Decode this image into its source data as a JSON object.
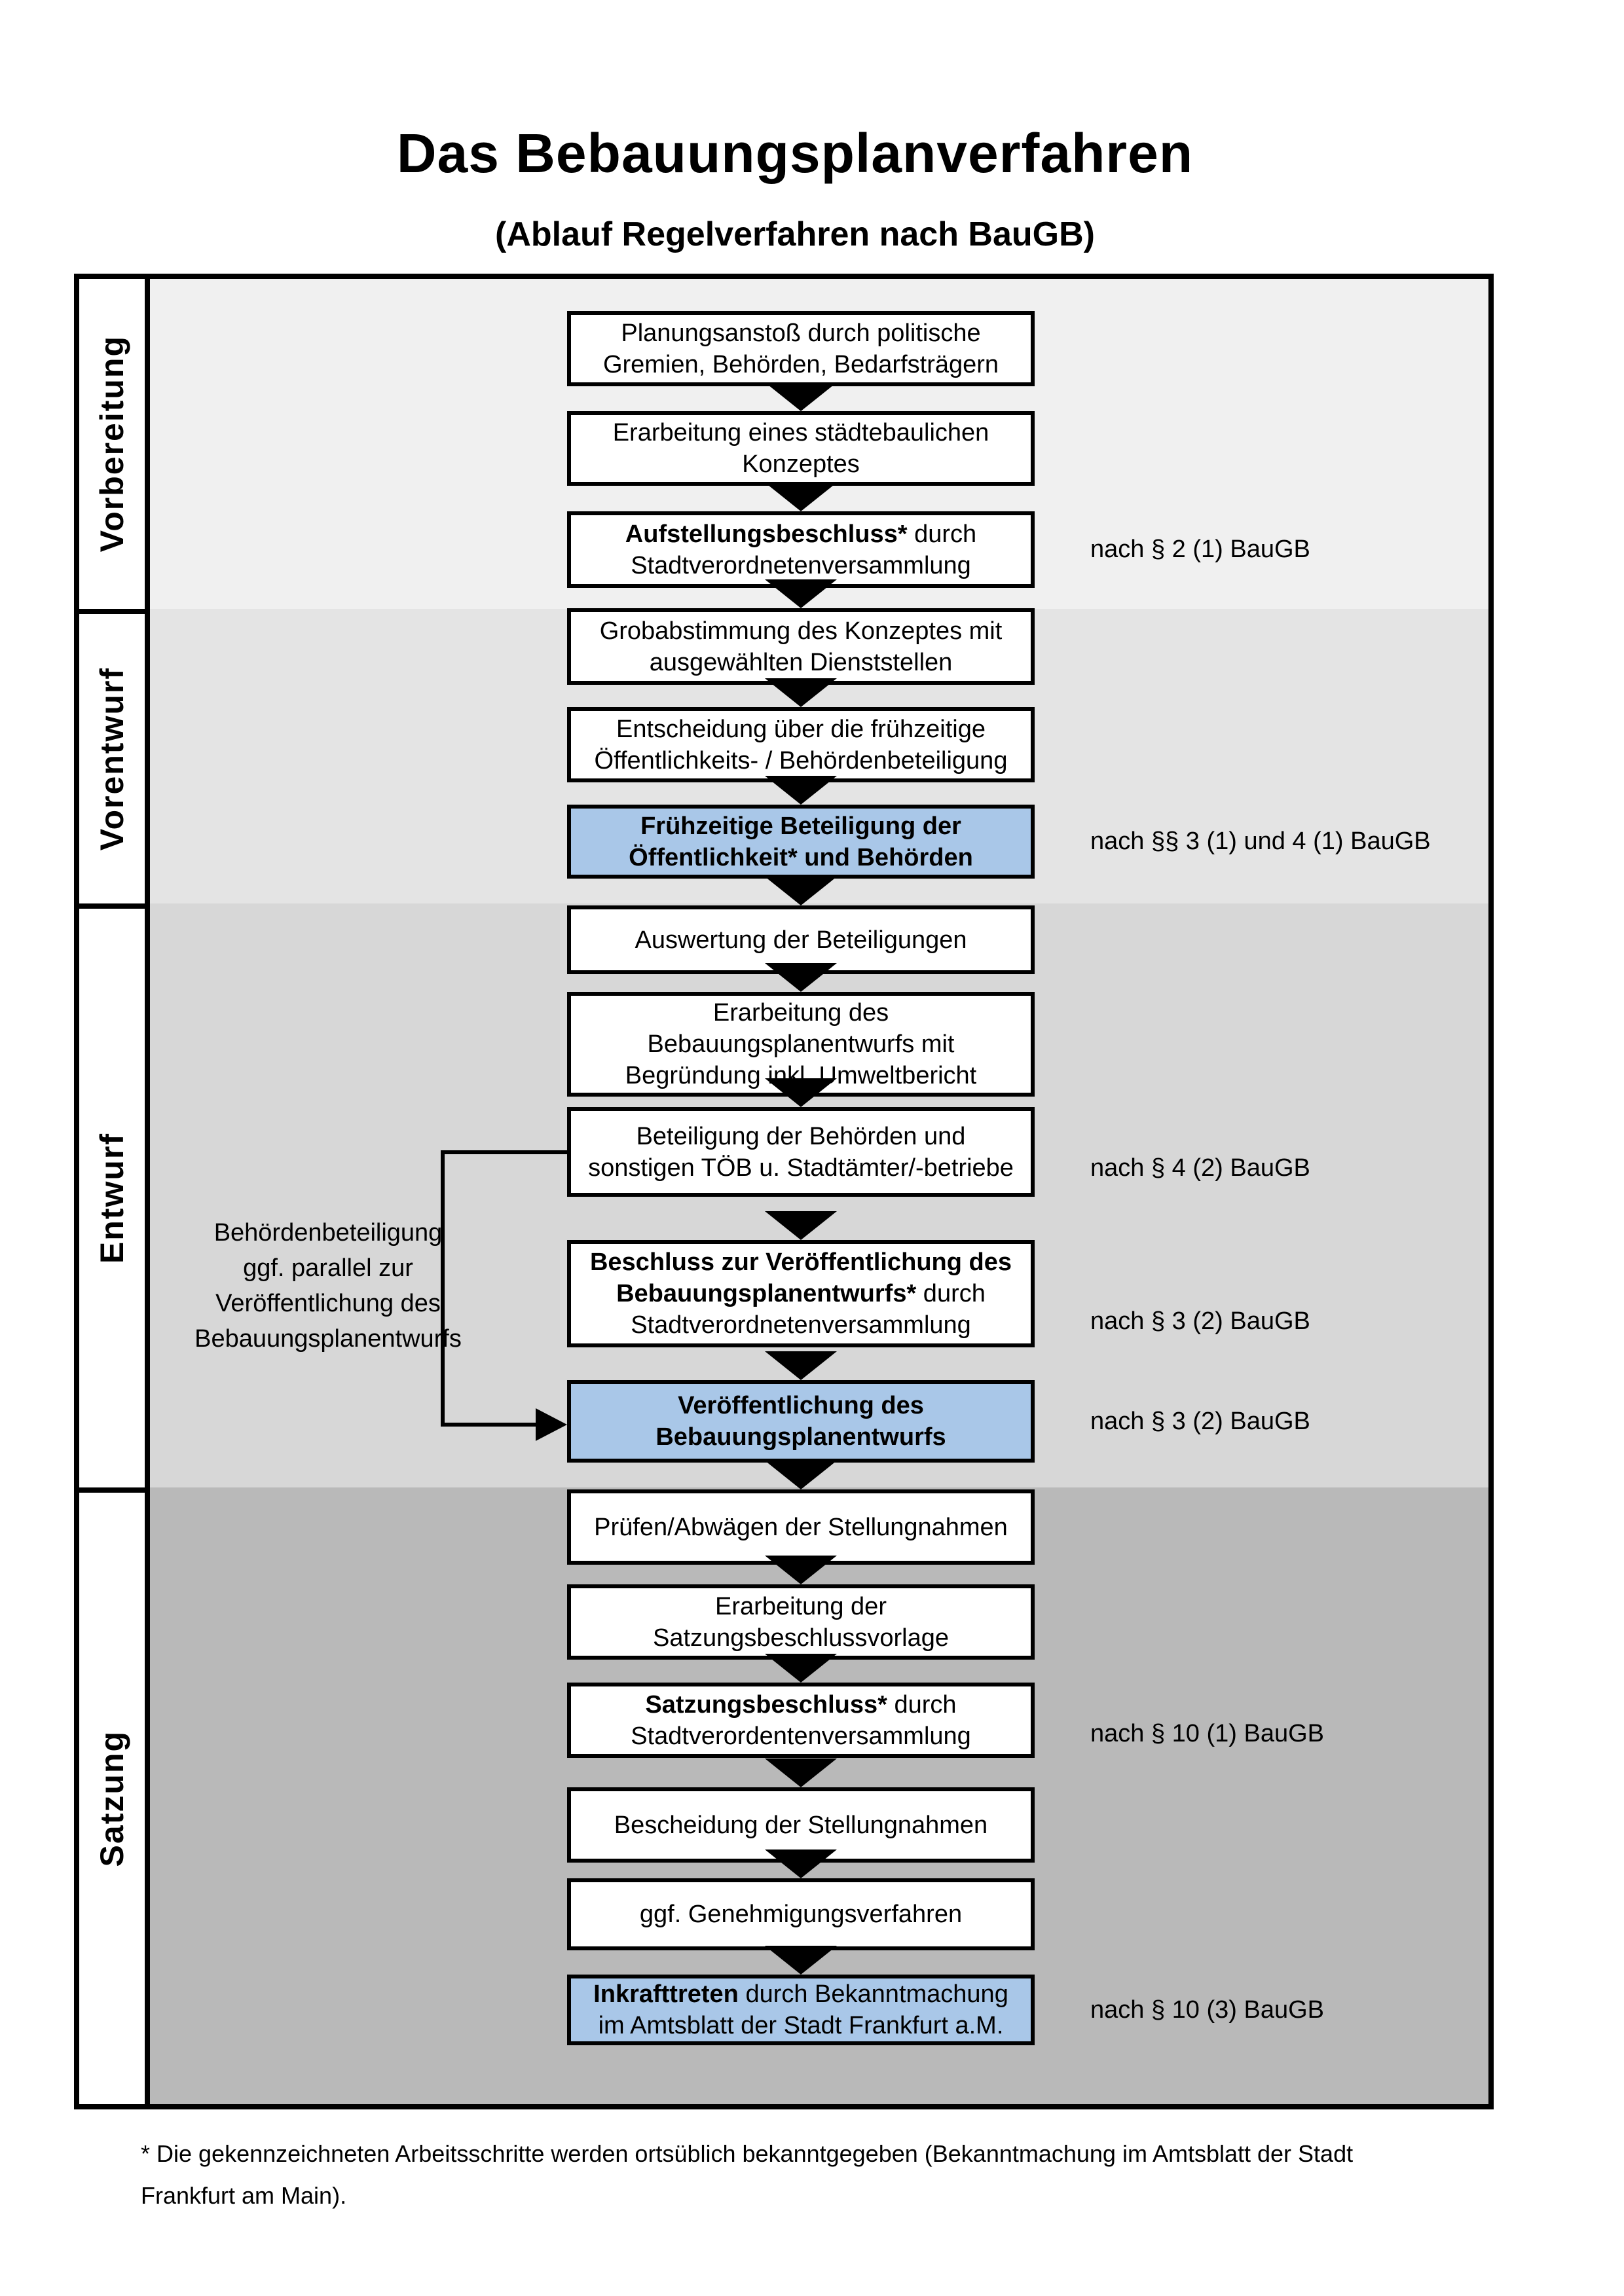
{
  "title": "Das Bebauungsplanverfahren",
  "subtitle": "(Ablauf Regelverfahren nach BauGB)",
  "colors": {
    "highlight_blue": "#a9c7e8",
    "band_vorbereitung": "#f0f0f0",
    "band_vorentwurf": "#e4e4e4",
    "band_entwurf": "#d7d7d7",
    "band_satzung": "#b9b9b9"
  },
  "phases": [
    {
      "label": "Vorbereitung"
    },
    {
      "label": "Vorentwurf"
    },
    {
      "label": "Entwurf"
    },
    {
      "label": "Satzung"
    }
  ],
  "steps": [
    {
      "bold": "",
      "rest": "Planungsanstoß durch politische\nGremien, Behörden, Bedarfsträgern"
    },
    {
      "bold": "",
      "rest": "Erarbeitung eines städtebaulichen\nKonzeptes"
    },
    {
      "bold": "Aufstellungsbeschluss*",
      "rest": " durch\nStadtverordnetenversammlung",
      "annotation": "nach § 2 (1) BauGB"
    },
    {
      "bold": "",
      "rest": "Grobabstimmung des Konzeptes mit\nausgewählten Dienststellen"
    },
    {
      "bold": "",
      "rest": "Entscheidung über die frühzeitige\nÖffentlichkeits- / Behördenbeteiligung"
    },
    {
      "bold": "Frühzeitige Beteiligung der\nÖffentlichkeit* und Behörden",
      "rest": "",
      "annotation": "nach §§ 3 (1) und 4 (1) BauGB"
    },
    {
      "bold": "",
      "rest": "Auswertung der Beteiligungen"
    },
    {
      "bold": "",
      "rest": "Erarbeitung des\nBebauungsplanentwurfs mit\nBegründung inkl. Umweltbericht"
    },
    {
      "bold": "",
      "rest": "Beteiligung der Behörden und\nsonstigen TÖB u. Stadtämter/-betriebe",
      "annotation": "nach § 4 (2) BauGB"
    },
    {
      "bold": "Beschluss zur Veröffentlichung des\nBebauungsplanentwurfs*",
      "rest": " durch\nStadtverordnetenversammlung",
      "annotation": "nach § 3 (2) BauGB"
    },
    {
      "bold": "Veröffentlichung des\nBebauungsplanentwurfs",
      "rest": "",
      "annotation": "nach § 3 (2) BauGB"
    },
    {
      "bold": "",
      "rest": "Prüfen/Abwägen der Stellungnahmen"
    },
    {
      "bold": "",
      "rest": "Erarbeitung der\nSatzungsbeschlussvorlage"
    },
    {
      "bold": "Satzungsbeschluss*",
      "rest": " durch\nStadtverordentenversammlung",
      "annotation": "nach § 10 (1) BauGB"
    },
    {
      "bold": "",
      "rest": "Bescheidung der Stellungnahmen"
    },
    {
      "bold": "",
      "rest": "ggf. Genehmigungsverfahren"
    },
    {
      "bold": "Inkrafttreten",
      "rest": " durch Bekanntmachung\nim Amtsblatt der Stadt Frankfurt a.M.",
      "annotation": "nach § 10 (3) BauGB"
    }
  ],
  "side_note": {
    "text": "Behördenbeteiligung\nggf. parallel zur\nVeröffentlichung des\nBebauungsplanentwurfs"
  },
  "footnote": "* Die gekennzeichneten Arbeitsschritte werden ortsüblich bekanntgegeben (Bekanntmachung im Amtsblatt  der Stadt\nFrankfurt am Main)."
}
